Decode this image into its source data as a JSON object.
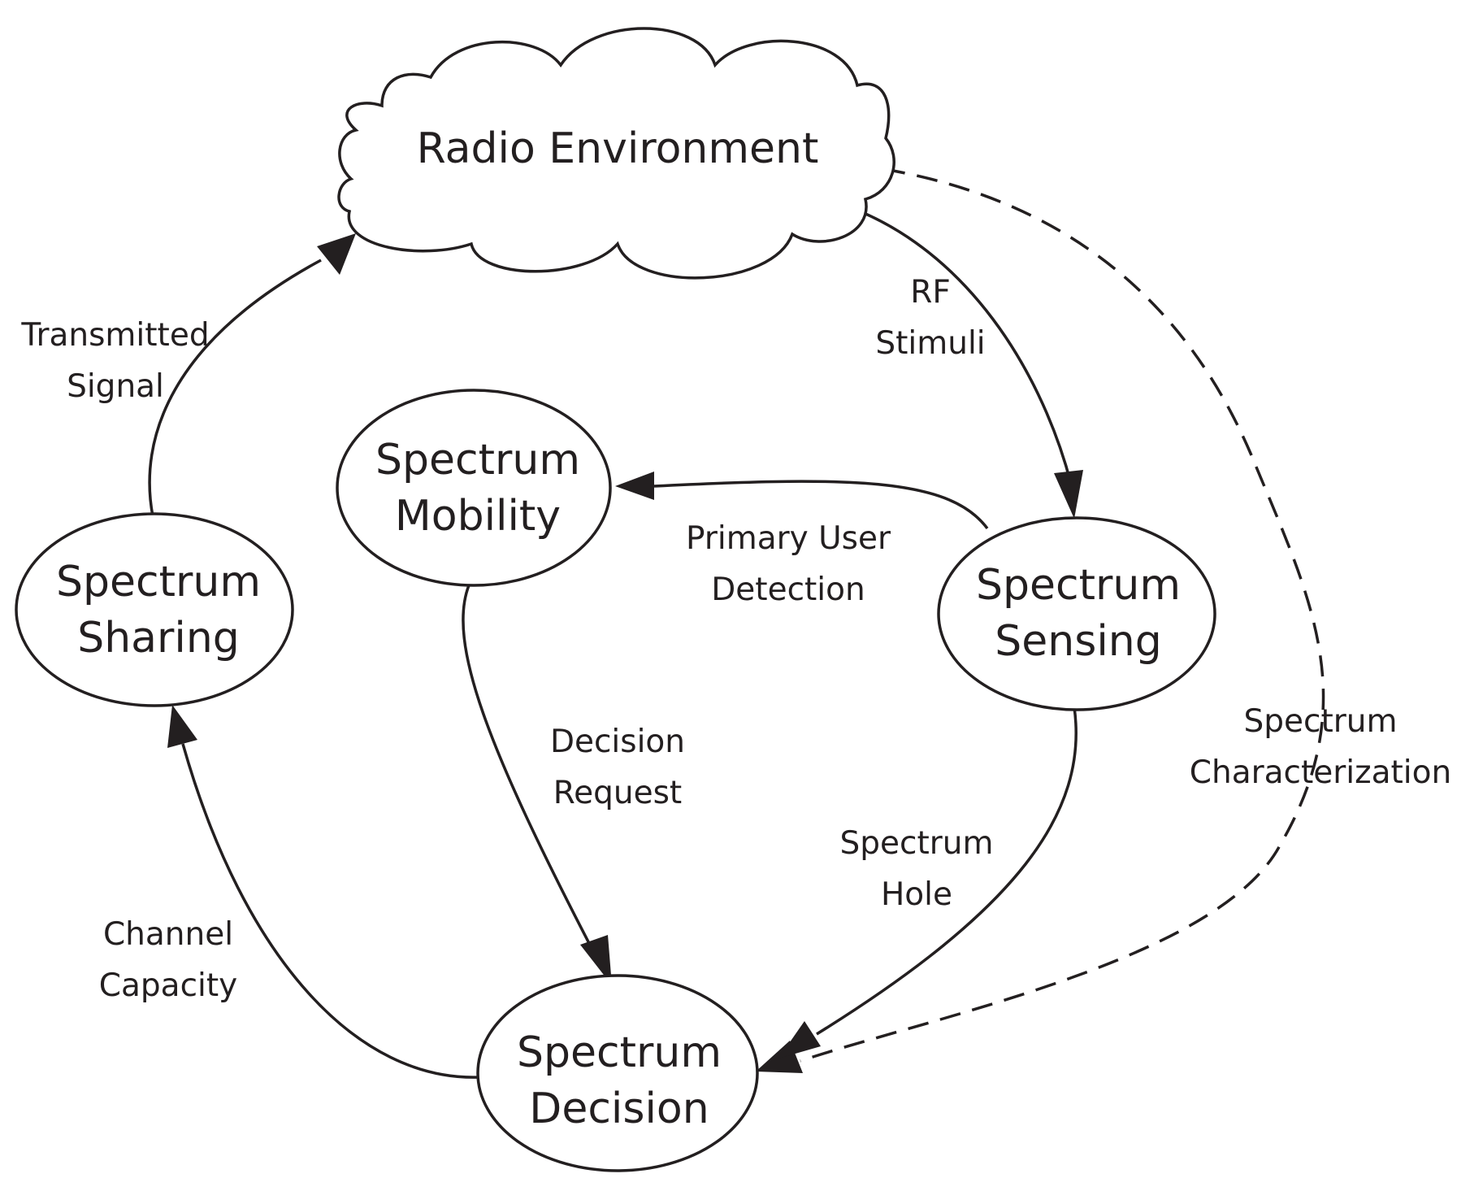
{
  "nodes": {
    "radio_environment": {
      "lines": [
        "Radio Environment"
      ]
    },
    "spectrum_mobility": {
      "lines": [
        "Spectrum",
        "Mobility"
      ]
    },
    "spectrum_sharing": {
      "lines": [
        "Spectrum",
        "Sharing"
      ]
    },
    "spectrum_sensing": {
      "lines": [
        "Spectrum",
        "Sensing"
      ]
    },
    "spectrum_decision": {
      "lines": [
        "Spectrum",
        "Decision"
      ]
    }
  },
  "edges": {
    "transmitted_signal": {
      "lines": [
        "Transmitted",
        "Signal"
      ]
    },
    "rf_stimuli": {
      "lines": [
        "RF",
        "Stimuli"
      ]
    },
    "primary_user_detection": {
      "lines": [
        "Primary User",
        "Detection"
      ]
    },
    "decision_request": {
      "lines": [
        "Decision",
        "Request"
      ]
    },
    "spectrum_hole": {
      "lines": [
        "Spectrum",
        "Hole"
      ]
    },
    "channel_capacity": {
      "lines": [
        "Channel",
        "Capacity"
      ]
    },
    "spectrum_characterization": {
      "lines": [
        "Spectrum",
        "Characterization"
      ]
    }
  }
}
